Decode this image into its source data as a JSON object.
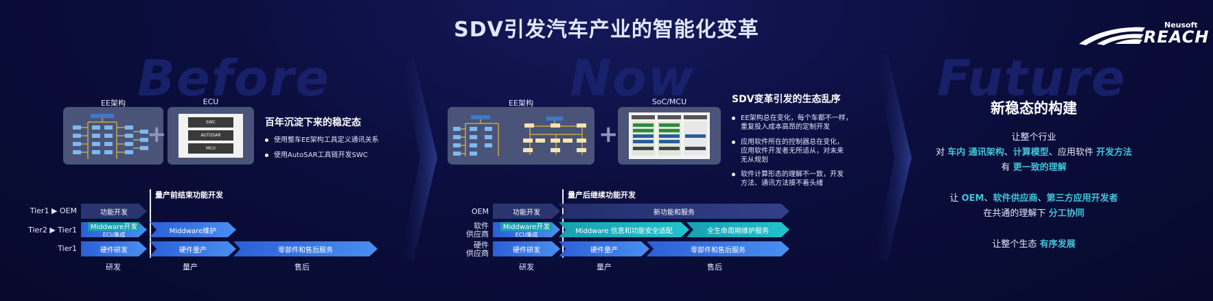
{
  "title": "SDV引发汽车产业的智能化变革",
  "logo": {
    "brand": "Neusoft",
    "product": "REACH"
  },
  "before": {
    "ghost": "Before",
    "ee_label": "EE架构",
    "ecu_label": "ECU",
    "ecu_layers": [
      "SWC",
      "AUTOSAR",
      "MCU"
    ],
    "heading": "百年沉淀下来的稳定态",
    "bullets": [
      "使用整车EE架构工具定义通讯关系",
      "使用AutoSAR工具链开发SWC"
    ],
    "timeline_label": "量产前结束功能开发",
    "rows": [
      {
        "label": "Tier1 ▶ OEM",
        "a": "功能开发"
      },
      {
        "label": "Tier2 ▶ Tier1",
        "a": "Middware开发",
        "a2": "ECU集成",
        "b": "Middware维护"
      },
      {
        "label": "Tier1",
        "a": "硬件研发",
        "b": "硬件量产",
        "c": "零部件和售后服务"
      }
    ],
    "phases": [
      "研发",
      "量产",
      "售后"
    ]
  },
  "now": {
    "ghost": "Now",
    "ee_label": "EE架构",
    "soc_label": "SoC/MCU",
    "heading": "SDV变革引发的生态乱序",
    "bullets": [
      [
        "EE架构总在变化，每个车都不一样，",
        "重复投入成本高昂的定制开发"
      ],
      [
        "应用软件所在的控制器总在变化，",
        "应用软件开发者无所适从，对未来",
        "无从规划"
      ],
      [
        "软件计算形态的理解不一致，开发",
        "方法、通讯方法摸不着头绪"
      ]
    ],
    "timeline_label": "量产后继续功能开发",
    "rows": [
      {
        "label": "OEM",
        "a": "功能开发",
        "b": "新功能和服务"
      },
      {
        "label1": "软件",
        "label2": "供应商",
        "a": "Middware开发",
        "a2": "ECU集成",
        "b": "Middware 信息和功能安全适配",
        "c": "全生命周期维护服务"
      },
      {
        "label1": "硬件",
        "label2": "供应商",
        "a": "硬件研发",
        "b": "硬件量产",
        "c": "零部件和售后服务"
      }
    ],
    "phases": [
      "研发",
      "量产",
      "售后"
    ]
  },
  "future": {
    "ghost": "Future",
    "heading": "新稳态的构建",
    "p1_line1": "让整个行业",
    "p1_line2": {
      "pre": "对 ",
      "h1": "车内 通讯架构",
      "s1": "、",
      "h2": "计算模型",
      "s2": "、应用软件 ",
      "h3": "开发方法"
    },
    "p1_line3": {
      "pre": "有 ",
      "h1": "更一致的理解"
    },
    "p2_line1": {
      "pre": "让 ",
      "h1": "OEM",
      "s1": "、",
      "h2": "软件供应商",
      "s2": "、",
      "h3": "第三方应用开发者"
    },
    "p2_line2": {
      "pre": "在共通的理解下 ",
      "h1": "分工协同"
    },
    "p3_line1": {
      "pre": "让整个生态 ",
      "h1": "有序发展"
    }
  }
}
